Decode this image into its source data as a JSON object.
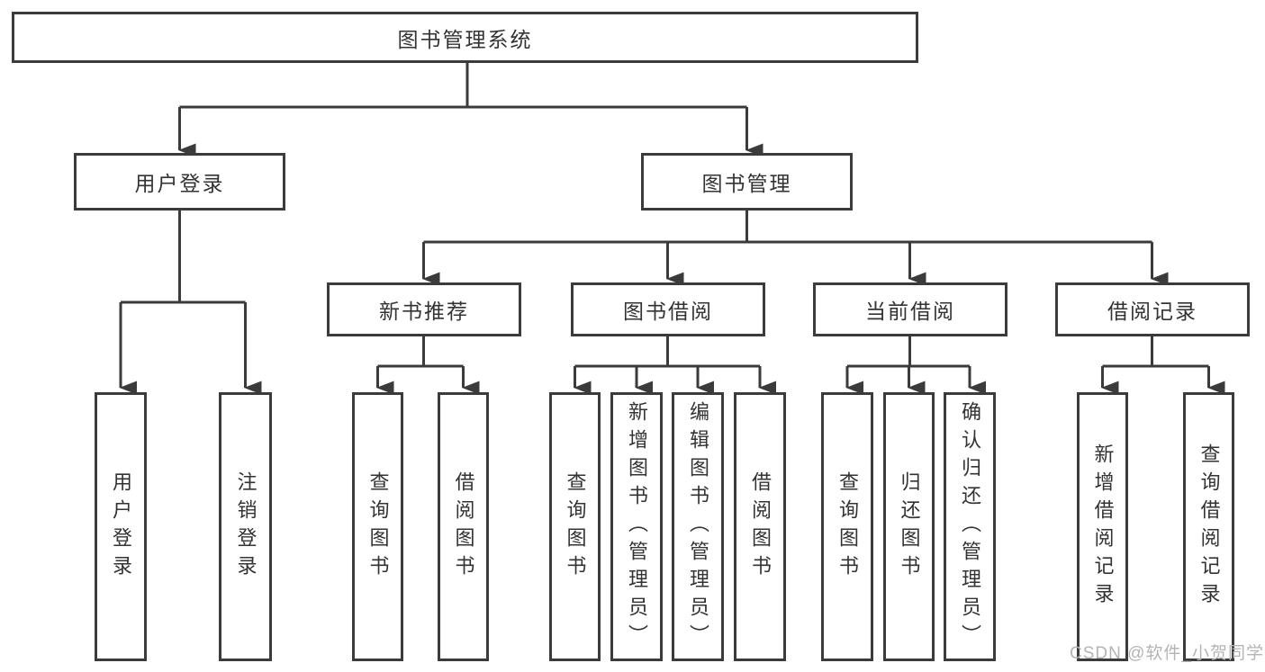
{
  "diagram": {
    "root": {
      "label": "图书管理系统"
    },
    "branches": [
      {
        "label": "用户登录",
        "children": [
          {
            "label": "用户登录"
          },
          {
            "label": "注销登录"
          }
        ]
      },
      {
        "label": "图书管理",
        "sections": [
          {
            "label": "新书推荐",
            "children": [
              {
                "label": "查询图书"
              },
              {
                "label": "借阅图书"
              }
            ]
          },
          {
            "label": "图书借阅",
            "children": [
              {
                "label": "查询图书"
              },
              {
                "label": "新增图书（管理员）"
              },
              {
                "label": "编辑图书（管理员）"
              },
              {
                "label": "借阅图书"
              }
            ]
          },
          {
            "label": "当前借阅",
            "children": [
              {
                "label": "查询图书"
              },
              {
                "label": "归还图书"
              },
              {
                "label": "确认归还（管理员）"
              }
            ]
          },
          {
            "label": "借阅记录",
            "children": [
              {
                "label": "新增借阅记录"
              },
              {
                "label": "查询借阅记录"
              }
            ]
          }
        ]
      }
    ]
  },
  "watermark": "CSDN @软件_小贺同学",
  "colors": {
    "line": "#3b3b3b",
    "box_border": "#3b3b3b",
    "text": "#333333",
    "watermark": "#b4b4b4",
    "background": "#ffffff"
  }
}
